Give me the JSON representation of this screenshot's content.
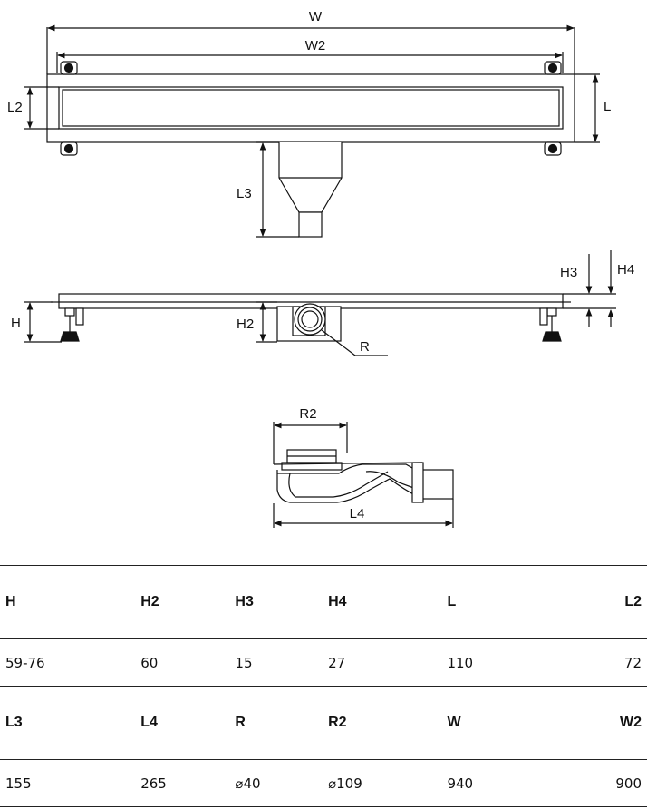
{
  "labels": {
    "w": "W",
    "w2": "W2",
    "l": "L",
    "l2": "L2",
    "l3": "L3",
    "h": "H",
    "h2": "H2",
    "h3": "H3",
    "h4": "H4",
    "r": "R",
    "r2": "R2",
    "l4": "L4"
  },
  "table": {
    "rows": [
      {
        "kind": "hdr",
        "cells": [
          "H",
          "H2",
          "H3",
          "H4",
          "L",
          "L2"
        ]
      },
      {
        "kind": "val",
        "cells": [
          "59-76",
          "60",
          "15",
          "27",
          "110",
          "72"
        ]
      },
      {
        "kind": "hdr",
        "cells": [
          "L3",
          "L4",
          "R",
          "R2",
          "W",
          "W2"
        ]
      },
      {
        "kind": "val",
        "cells": [
          "155",
          "265",
          "⌀40",
          "⌀109",
          "940",
          "900"
        ]
      }
    ]
  }
}
